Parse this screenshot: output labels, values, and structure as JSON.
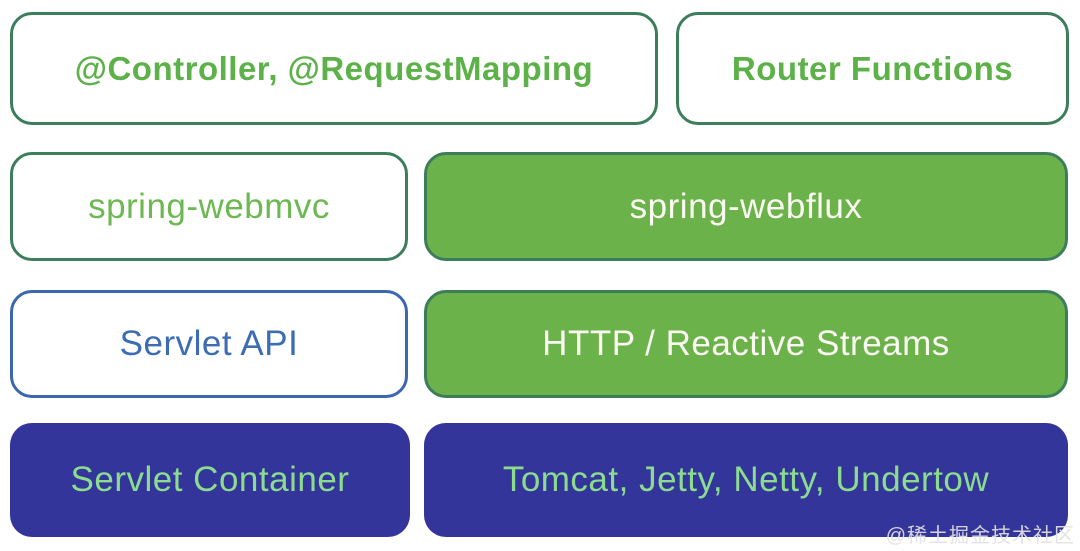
{
  "colors": {
    "green_fill": "#6CB24A",
    "green_border": "#3C7E5B",
    "green_text_bold": "#5CB149",
    "green_text": "#6CB851",
    "blue_border": "#3A67B0",
    "blue_text": "#3B6CB4",
    "navy_fill": "#34359B",
    "light_green_text": "#8BDC8F",
    "white_text": "#FAFAF2",
    "background": "#FFFFFF"
  },
  "stack": {
    "rows": [
      {
        "name": "endpoint-models",
        "cells": [
          {
            "label": "@Controller, @RequestMapping",
            "variant": "outline-green-bold"
          },
          {
            "label": "Router Functions",
            "variant": "outline-green-bold"
          }
        ]
      },
      {
        "name": "framework-modules",
        "cells": [
          {
            "label": "spring-webmvc",
            "variant": "outline-green"
          },
          {
            "label": "spring-webflux",
            "variant": "fill-green"
          }
        ]
      },
      {
        "name": "api-layer",
        "cells": [
          {
            "label": "Servlet API",
            "variant": "outline-blue"
          },
          {
            "label": "HTTP / Reactive Streams",
            "variant": "fill-green"
          }
        ]
      },
      {
        "name": "runtime-layer",
        "cells": [
          {
            "label": "Servlet Container",
            "variant": "fill-navy"
          },
          {
            "label": "Tomcat, Jetty, Netty, Undertow",
            "variant": "fill-navy"
          }
        ]
      }
    ]
  },
  "watermark": {
    "text": "@稀土掘金技术社区"
  }
}
